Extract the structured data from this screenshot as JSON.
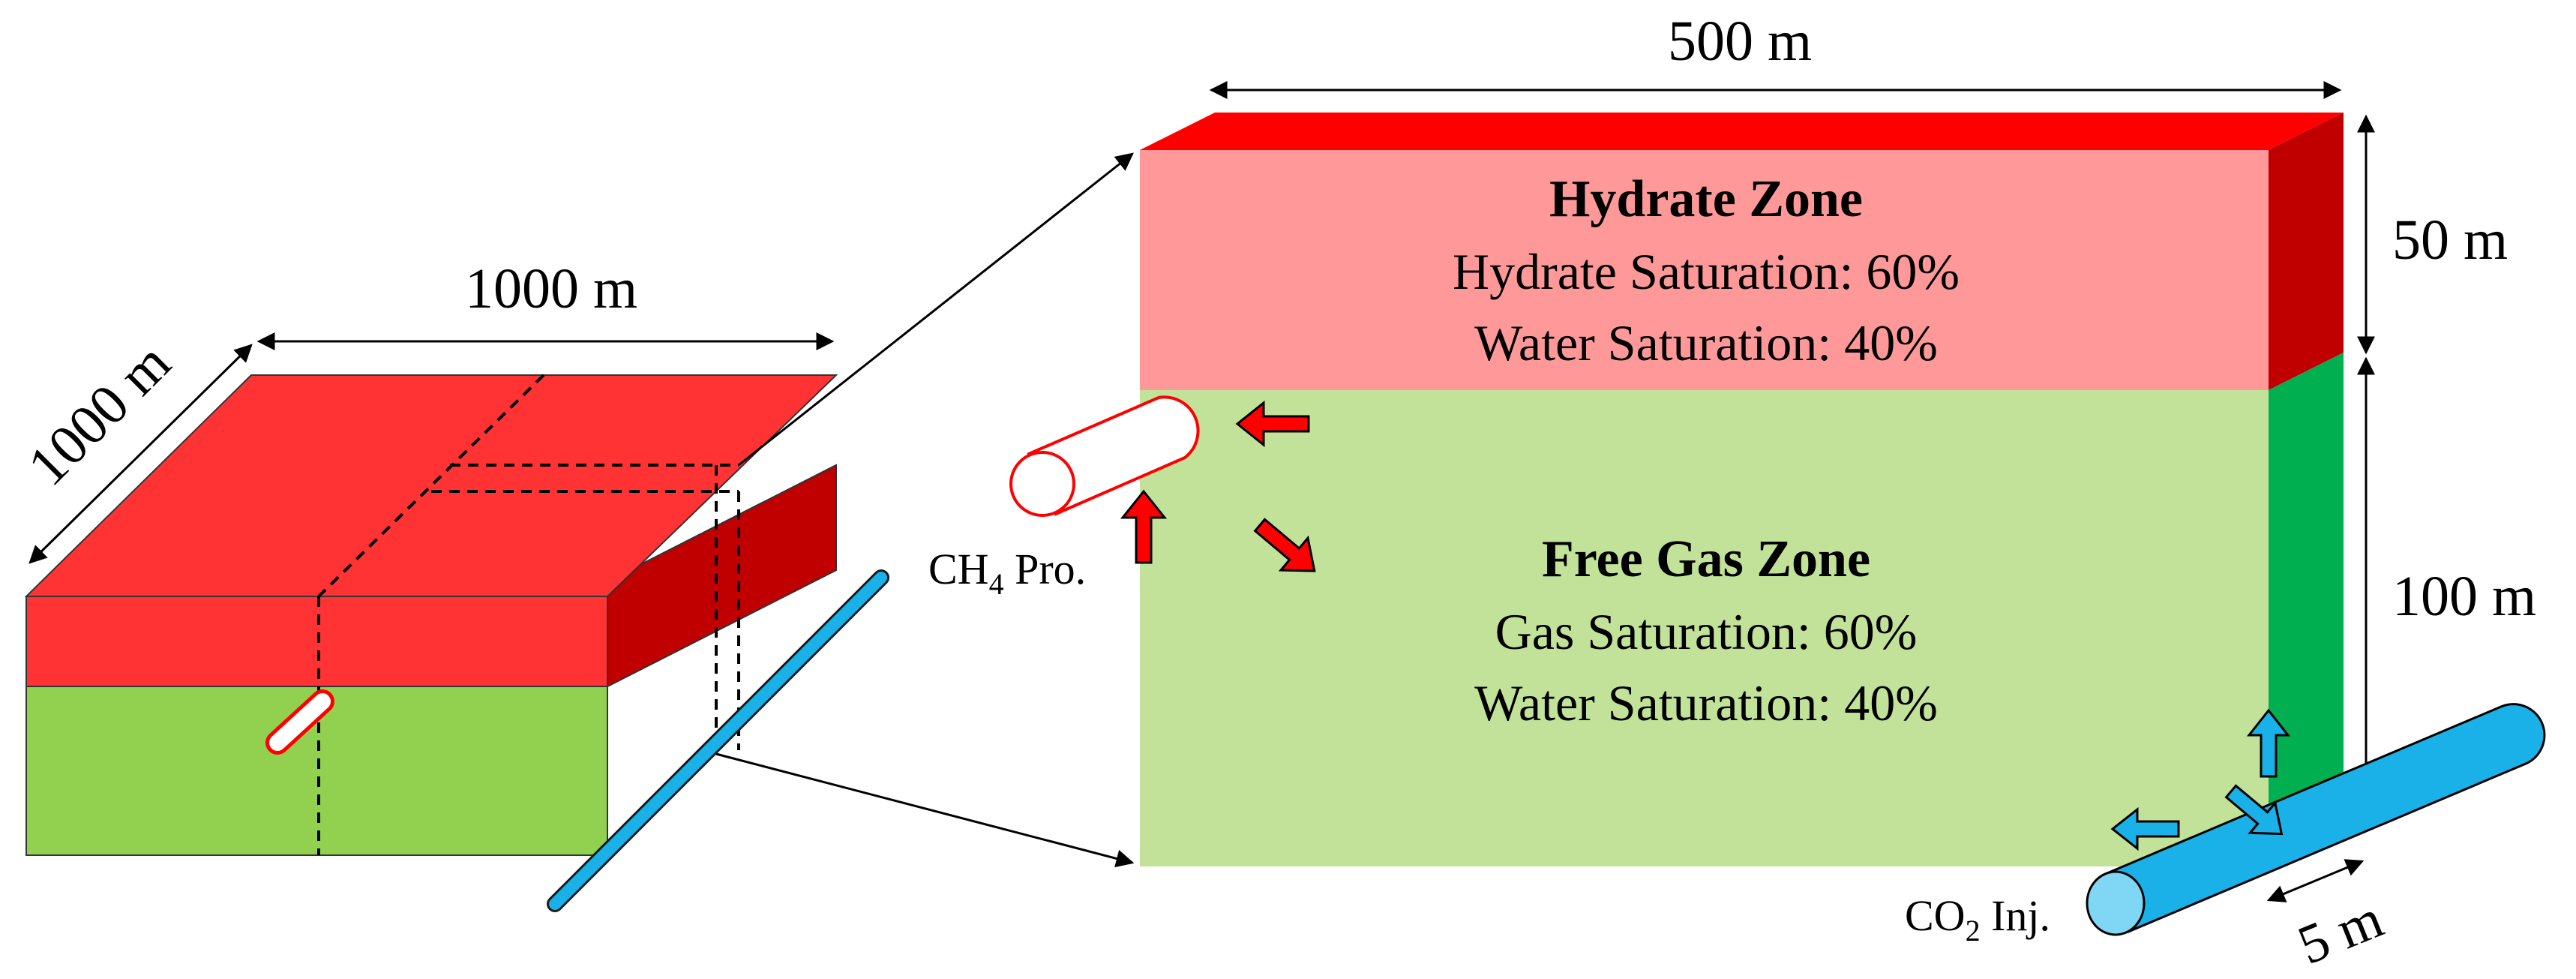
{
  "colors": {
    "hydrate_top": "#ff0000",
    "hydrate_front_small": "#ff3333",
    "hydrate_side": "#c00000",
    "hydrate_zone_fill": "#ff9999",
    "gas_front_small": "#92d050",
    "gas_side_small": "#70a83c",
    "gas_zone_fill": "#c2e29a",
    "gas_side_large": "#00b050",
    "pipe_blue": "#1ab0e8",
    "pipe_blue_cap": "#7fd6f5",
    "arrow_red": "#ff0000",
    "arrow_blue": "#1ab0e8"
  },
  "small_block": {
    "width_label": "1000 m",
    "depth_label": "1000 m"
  },
  "large_block": {
    "width_label": "500 m",
    "hydrate_height_label": "50 m",
    "gas_height_label": "100 m",
    "well_spacing_label": "5 m"
  },
  "hydrate_zone": {
    "title": "Hydrate Zone",
    "line1": "Hydrate Saturation: 60%",
    "line2": "Water Saturation: 40%"
  },
  "free_gas_zone": {
    "title": "Free Gas Zone",
    "line1": "Gas Saturation: 60%",
    "line2": "Water Saturation: 40%"
  },
  "wells": {
    "producer": {
      "prefix": "CH",
      "subscript": "4",
      "suffix": " Pro."
    },
    "injector": {
      "prefix": "CO",
      "subscript": "2",
      "suffix": " Inj."
    }
  }
}
